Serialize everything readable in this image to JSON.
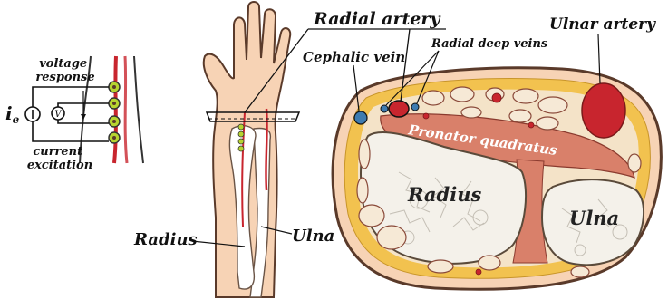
{
  "labels": {
    "voltage_response": [
      "voltage",
      "response"
    ],
    "current_excitation": [
      "current",
      "excitation"
    ],
    "i_e": "i",
    "i_e_sub": "e",
    "v": "V",
    "radial_artery": "Radial artery",
    "radial_deep_veins": "Radial deep veins",
    "ulnar_artery": "Ulnar artery",
    "cephalic_vein": "Cephalic vein",
    "pronator_quadratus": "Pronator quadratus",
    "radius_section": "Radius",
    "ulna_section": "Ulna",
    "radius_arm": "Radius",
    "ulna_arm": "Ulna"
  },
  "colors": {
    "skin": "#f7d3b5",
    "skin_outline": "#5a3a2a",
    "artery": "#c8252e",
    "vein": "#3d7bb0",
    "electrode": "#b7d430",
    "muscle": "#d9806a",
    "fat": "#f2c24f",
    "bone": "#f4f1ea"
  }
}
